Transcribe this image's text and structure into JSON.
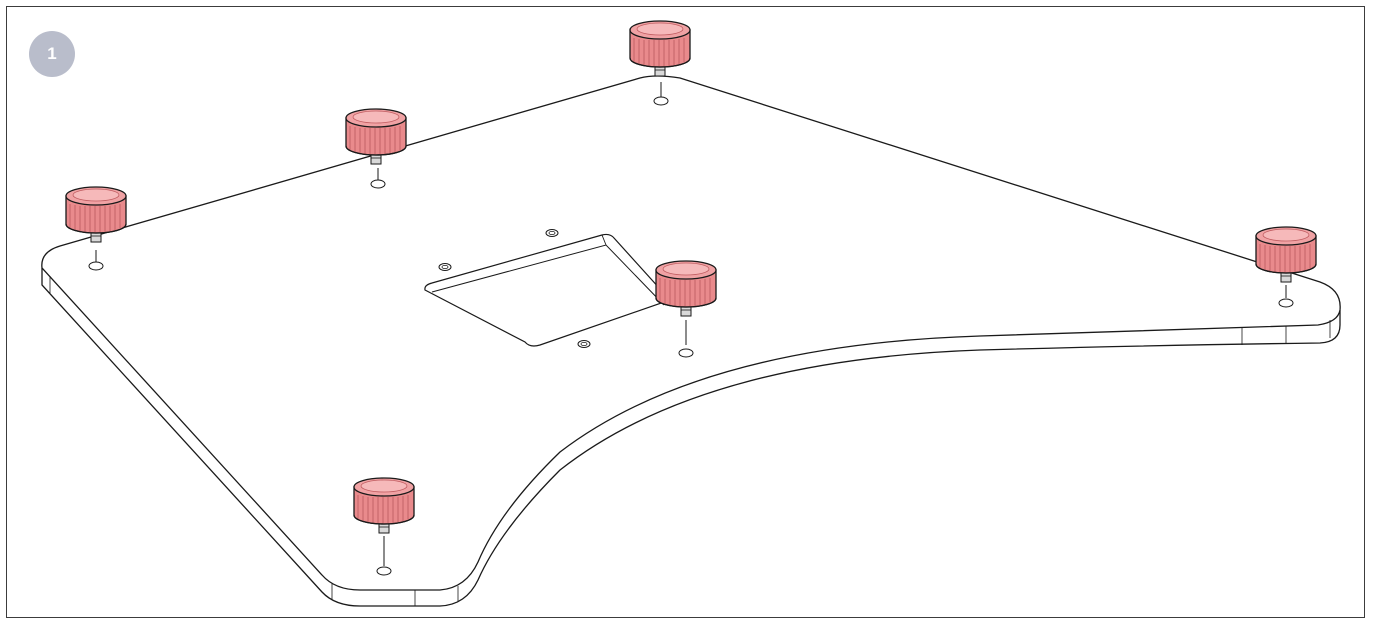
{
  "step": {
    "number": "1"
  },
  "colors": {
    "badge": "#b9bdcb",
    "line": "#1a1a1a",
    "foot_fill": "#e98a8c",
    "foot_light": "#f6b9ba",
    "foot_dark": "#c05c60"
  },
  "parts": {
    "plate": "base-plate",
    "feet_count": 6,
    "feet": [
      "foot-top-center",
      "foot-upper-left",
      "foot-left",
      "foot-center",
      "foot-right",
      "foot-bottom"
    ]
  }
}
